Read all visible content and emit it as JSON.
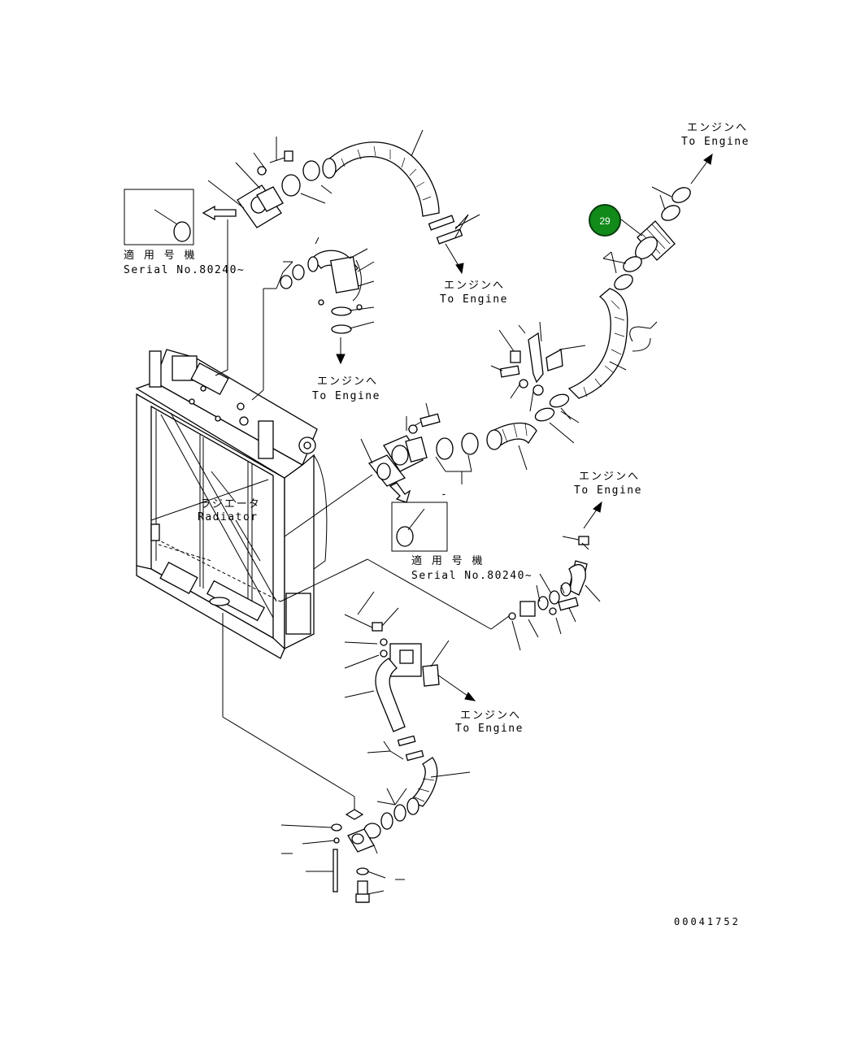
{
  "labels": {
    "to_engine_jp": "エンジンへ",
    "to_engine_en": "To Engine",
    "serial_jp": "適 用 号 機",
    "serial_en": "Serial No.80240~",
    "radiator_jp": "ラジエータ",
    "radiator_en": "Radiator",
    "drawing_number": "00041752",
    "callout_29": "29",
    "dash_mark": "-"
  },
  "colors": {
    "callout_fill": "#118a1a",
    "callout_stroke": "#0a3d0e",
    "callout_text": "#ffffff",
    "line": "#000000",
    "background": "#ffffff"
  }
}
